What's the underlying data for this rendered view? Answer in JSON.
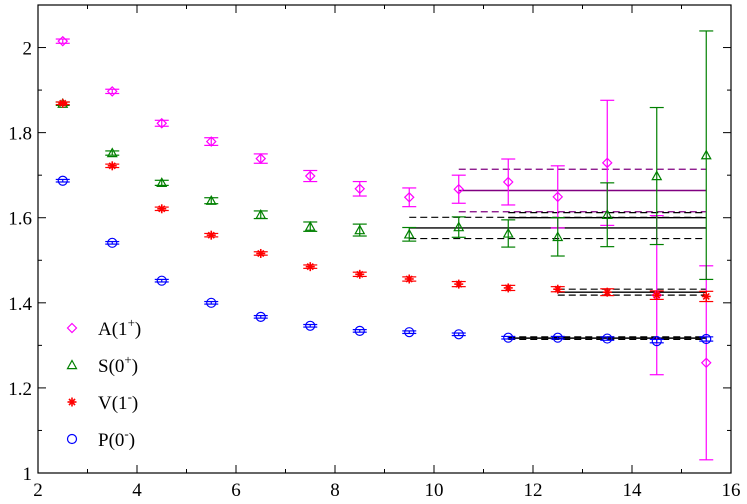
{
  "chart_data": {
    "type": "scatter",
    "title": "",
    "xlabel": "",
    "ylabel": "",
    "xlim": [
      2,
      16
    ],
    "ylim": [
      1,
      2.1
    ],
    "xticks": [
      2,
      4,
      6,
      8,
      10,
      12,
      14,
      16
    ],
    "yticks": [
      1,
      1.2,
      1.4,
      1.6,
      1.8,
      2
    ],
    "xtick_labels": [
      "2",
      "4",
      "6",
      "8",
      "10",
      "12",
      "14",
      "16"
    ],
    "ytick_labels": [
      "1",
      "1.2",
      "1.4",
      "1.6",
      "1.8",
      "2"
    ],
    "grid": false,
    "legend_position": "bottom-left",
    "series": [
      {
        "name": "A(1+)",
        "label_main": "A(1",
        "label_sup": "+",
        "label_end": ")",
        "marker": "diamond",
        "color": "#ff00ff",
        "x": [
          2.5,
          3.5,
          4.5,
          5.5,
          6.5,
          7.5,
          8.5,
          9.5,
          10.5,
          11.5,
          12.5,
          13.5,
          14.5,
          15.5
        ],
        "y": [
          2.015,
          1.897,
          1.822,
          1.779,
          1.739,
          1.698,
          1.668,
          1.648,
          1.667,
          1.684,
          1.649,
          1.729,
          1.418,
          1.259
        ],
        "err": [
          0.005,
          0.005,
          0.007,
          0.009,
          0.011,
          0.013,
          0.017,
          0.022,
          0.033,
          0.054,
          0.073,
          0.147,
          0.187,
          0.228
        ]
      },
      {
        "name": "S(0+)",
        "label_main": "S(0",
        "label_sup": "+",
        "label_end": ")",
        "marker": "triangle",
        "color": "#008000",
        "x": [
          2.5,
          3.5,
          4.5,
          5.5,
          6.5,
          7.5,
          8.5,
          9.5,
          10.5,
          11.5,
          12.5,
          13.5,
          14.5,
          15.5
        ],
        "y": [
          1.868,
          1.752,
          1.682,
          1.64,
          1.607,
          1.579,
          1.571,
          1.561,
          1.578,
          1.563,
          1.555,
          1.607,
          1.698,
          1.747
        ],
        "err": [
          0.004,
          0.005,
          0.006,
          0.007,
          0.009,
          0.011,
          0.014,
          0.016,
          0.024,
          0.032,
          0.045,
          0.075,
          0.161,
          0.292
        ]
      },
      {
        "name": "V(1-)",
        "label_main": "V(1",
        "label_sup": "-",
        "label_end": ")",
        "marker": "star",
        "color": "#ff0000",
        "x": [
          2.5,
          3.5,
          4.5,
          5.5,
          6.5,
          7.5,
          8.5,
          9.5,
          10.5,
          11.5,
          12.5,
          13.5,
          14.5,
          15.5
        ],
        "y": [
          1.869,
          1.722,
          1.621,
          1.559,
          1.516,
          1.485,
          1.467,
          1.456,
          1.444,
          1.435,
          1.432,
          1.425,
          1.418,
          1.415
        ],
        "err": [
          0.003,
          0.004,
          0.004,
          0.004,
          0.004,
          0.004,
          0.005,
          0.005,
          0.006,
          0.006,
          0.006,
          0.008,
          0.01,
          0.012
        ]
      },
      {
        "name": "P(0-)",
        "label_main": "P(0",
        "label_sup": "-",
        "label_end": ")",
        "marker": "circle",
        "color": "#0000ff",
        "x": [
          2.5,
          3.5,
          4.5,
          5.5,
          6.5,
          7.5,
          8.5,
          9.5,
          10.5,
          11.5,
          12.5,
          13.5,
          14.5,
          15.5
        ],
        "y": [
          1.687,
          1.541,
          1.452,
          1.4,
          1.367,
          1.346,
          1.334,
          1.331,
          1.326,
          1.318,
          1.318,
          1.316,
          1.31,
          1.315
        ],
        "err": [
          0.003,
          0.003,
          0.003,
          0.003,
          0.003,
          0.003,
          0.003,
          0.003,
          0.003,
          0.003,
          0.003,
          0.004,
          0.004,
          0.005
        ]
      }
    ],
    "fits": [
      {
        "color": "#800080",
        "x1": 10.5,
        "x2": 15.5,
        "y": 1.664,
        "lower": 1.614,
        "upper": 1.714
      },
      {
        "color": "#000000",
        "x1": 9.5,
        "x2": 15.5,
        "y": 1.576,
        "lower": 1.551,
        "upper": 1.601
      },
      {
        "color": "#000000",
        "x1": 11.5,
        "x2": 15.5,
        "y": 1.6,
        "lower": null,
        "upper": 1.612
      },
      {
        "color": "#000000",
        "x1": 12.5,
        "x2": 15.5,
        "y": 1.425,
        "lower": 1.418,
        "upper": 1.432
      },
      {
        "color": "#000000",
        "x1": 11.5,
        "x2": 15.5,
        "y": 1.317,
        "lower": 1.314,
        "upper": 1.32
      }
    ]
  }
}
